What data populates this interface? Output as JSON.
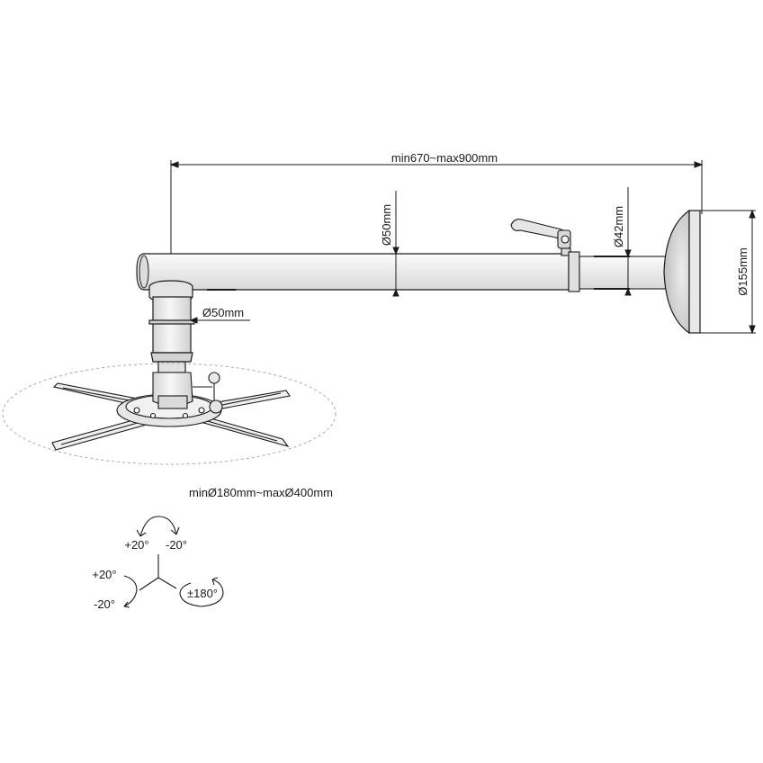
{
  "colors": {
    "line": "#1a1a1a",
    "fill_light": "#f4f4f4",
    "fill_mid": "#e2e2e2",
    "fill_dark": "#cfcfcf",
    "dashed": "#aaaaaa"
  },
  "dimensions": {
    "arm_length": "min670~max900mm",
    "arm_diameter": "Ø50mm",
    "extension_diameter": "Ø42mm",
    "wall_plate_diameter": "Ø155mm",
    "drop_tube_diameter": "Ø50mm",
    "bracket_range": "minØ180mm~maxØ400mm"
  },
  "rotation": {
    "tilt_plus": "+20°",
    "tilt_minus": "-20°",
    "swivel_plus": "+20°",
    "swivel_minus": "-20°",
    "rotate": "±180°"
  }
}
